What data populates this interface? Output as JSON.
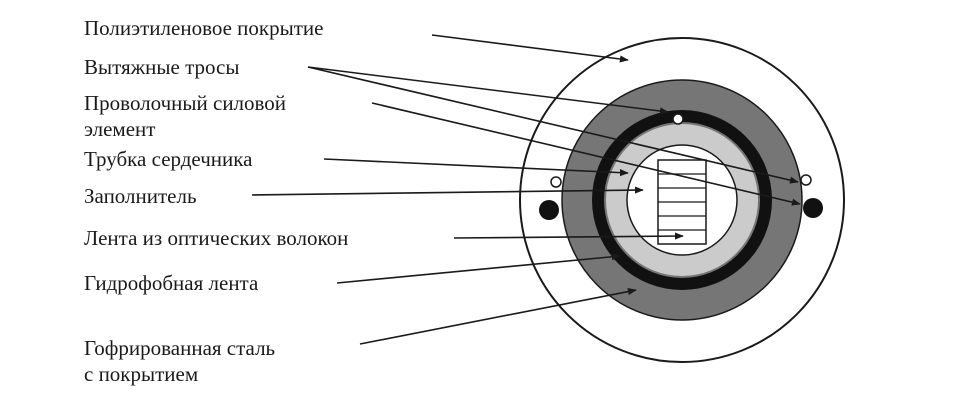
{
  "labels": {
    "pe_sheath": "Полиэтиленовое покрытие",
    "pull_wires": "Вытяжные тросы",
    "wire_strength_1": "Проволочный силовой",
    "wire_strength_2": "элемент",
    "core_tube": "Трубка сердечника",
    "filler": "Заполнитель",
    "fiber_ribbon": "Лента из оптических волокон",
    "hydrophobic_tape": "Гидрофобная лента",
    "steel_1": "Гофрированная сталь",
    "steel_2": "с покрытием"
  },
  "colors": {
    "ink": "#1a1a1a",
    "armor_gray": "#767676",
    "tube_light": "#cbcbcb",
    "background": "#ffffff"
  }
}
